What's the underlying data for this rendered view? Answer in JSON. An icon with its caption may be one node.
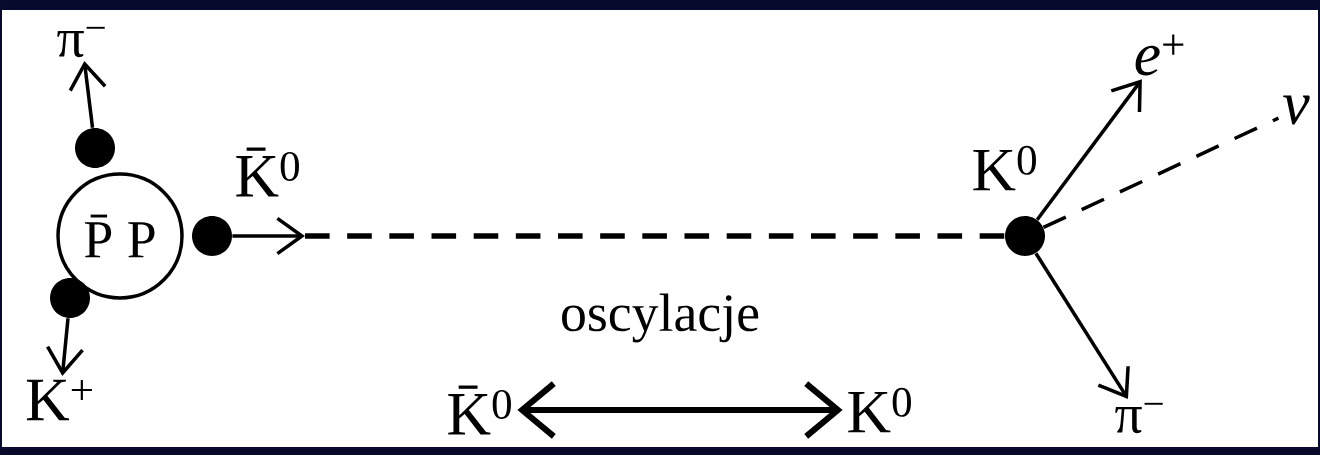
{
  "diagram": {
    "nodes": [
      {
        "text": [
          "π$^{−}$"
        ]
      },
      {
        "text": [],
        "shape": "circle"
      },
      {
        "text": [
          "P̄ P"
        ]
      },
      {
        "text": [],
        "shape": "circle"
      },
      {
        "text": [],
        "shape": "circle"
      },
      {
        "text": [
          "K$^{+}$"
        ]
      },
      {
        "text": [],
        "shape": "circle"
      },
      {
        "text": [
          "*e*$^{+}$"
        ]
      },
      {
        "text": [
          "ν"
        ]
      },
      {
        "text": [
          "π$^{−}$"
        ]
      },
      {
        "text": [
          "K̄$^{0}$"
        ]
      },
      {
        "text": [
          "K$^{0}$"
        ]
      }
    ],
    "edges": [
      {
        "from": 1,
        "to": 0,
        "arrow": "to"
      },
      {
        "from": 4,
        "to": 5,
        "arrow": "to"
      },
      {
        "from": 3,
        "to": null,
        "arrow": "to"
      },
      {
        "from": null,
        "to": 6,
        "arrow": "none",
        "style": "dashed"
      },
      {
        "from": 6,
        "to": 7,
        "arrow": "to"
      },
      {
        "from": 6,
        "to": 8,
        "arrow": "none",
        "style": "dashed"
      },
      {
        "from": 6,
        "to": 9,
        "arrow": "to"
      },
      {
        "from": 10,
        "to": 11,
        "arrow": "both"
      }
    ],
    "labels": [
      "K̄$^{0}$",
      "K$^{0}$",
      "oscylacje"
    ]
  }
}
